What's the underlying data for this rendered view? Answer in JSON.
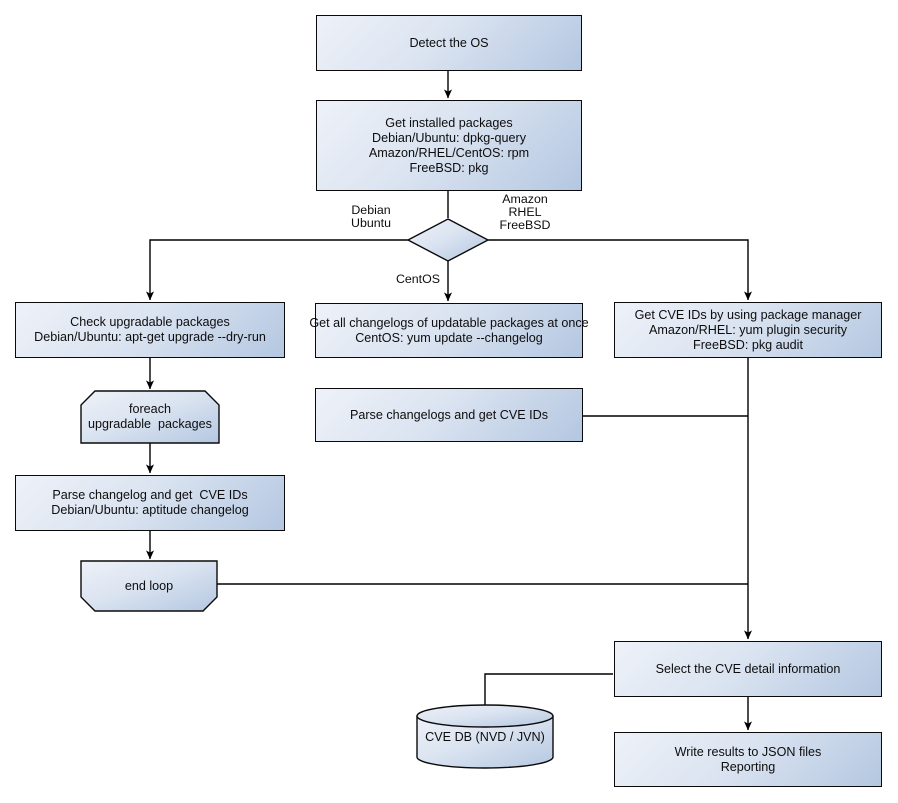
{
  "diagram": {
    "background": "#ffffff",
    "node_fill_light": "#eef1f8",
    "node_fill_dark": "#b4c7e1",
    "border_color": "#0a0a0a",
    "line_color": "#000000",
    "nodes": {
      "detect_os": {
        "label": "Detect the OS"
      },
      "get_installed_packages": {
        "label": "Get installed packages\nDebian/Ubuntu: dpkg-query\nAmazon/RHEL/CentOS: rpm\nFreeBSD: pkg"
      },
      "check_upgradable": {
        "label": "Check upgradable packages\nDebian/Ubuntu: apt-get upgrade --dry-run"
      },
      "foreach_loop": {
        "label": "foreach\nupgradable  packages"
      },
      "parse_changelog_left": {
        "label": "Parse changelog and get  CVE IDs\nDebian/Ubuntu: aptitude changelog"
      },
      "end_loop": {
        "label": "end loop"
      },
      "get_all_changelogs": {
        "label": "Get all changelogs of updatable packages at once\nCentOS: yum update --changelog"
      },
      "parse_changelogs_mid": {
        "label": "Parse changelogs and get CVE IDs"
      },
      "get_cve_ids_pkg_mgr": {
        "label": "Get CVE IDs by using package manager\nAmazon/RHEL: yum plugin security\nFreeBSD: pkg audit"
      },
      "select_cve_detail": {
        "label": "Select the CVE detail information"
      },
      "write_results": {
        "label": "Write results to JSON files\nReporting"
      },
      "cve_db": {
        "label": "CVE DB (NVD / JVN)"
      }
    },
    "edge_labels": {
      "left_branch": "Debian\nUbuntu",
      "right_branch": "Amazon\nRHEL\nFreeBSD",
      "down_branch": "CentOS"
    }
  }
}
